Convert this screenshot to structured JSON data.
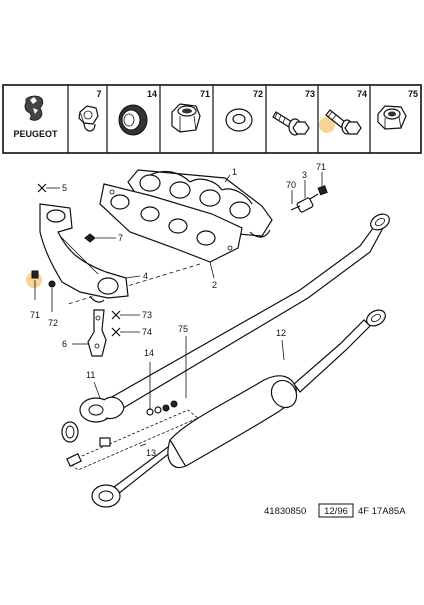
{
  "brand": {
    "name": "PEUGEOT",
    "logo": "lion-icon"
  },
  "legend": [
    {
      "ref": "7",
      "icon": "nut-cap-icon"
    },
    {
      "ref": "14",
      "icon": "sealing-ring-icon"
    },
    {
      "ref": "71",
      "icon": "hex-nut-icon"
    },
    {
      "ref": "72",
      "icon": "washer-icon"
    },
    {
      "ref": "73",
      "icon": "flange-screw-icon"
    },
    {
      "ref": "74",
      "icon": "shoulder-bolt-icon"
    },
    {
      "ref": "75",
      "icon": "lock-nut-icon"
    }
  ],
  "callouts": {
    "c1": "1",
    "c2": "2",
    "c3": "3",
    "c4": "4",
    "c5": "5",
    "c6": "6",
    "c7": "7",
    "c11": "11",
    "c12": "12",
    "c13": "13",
    "c14": "14",
    "c70": "70",
    "c71a": "71",
    "c71b": "71",
    "c72": "72",
    "c73": "73",
    "c74": "74",
    "c75": "75"
  },
  "footer": {
    "ref_number": "41830850",
    "date": "12/96",
    "code": "4F 17A85A"
  },
  "colors": {
    "ink": "#111111",
    "highlight": "#f5c673",
    "paper": "#ffffff"
  }
}
